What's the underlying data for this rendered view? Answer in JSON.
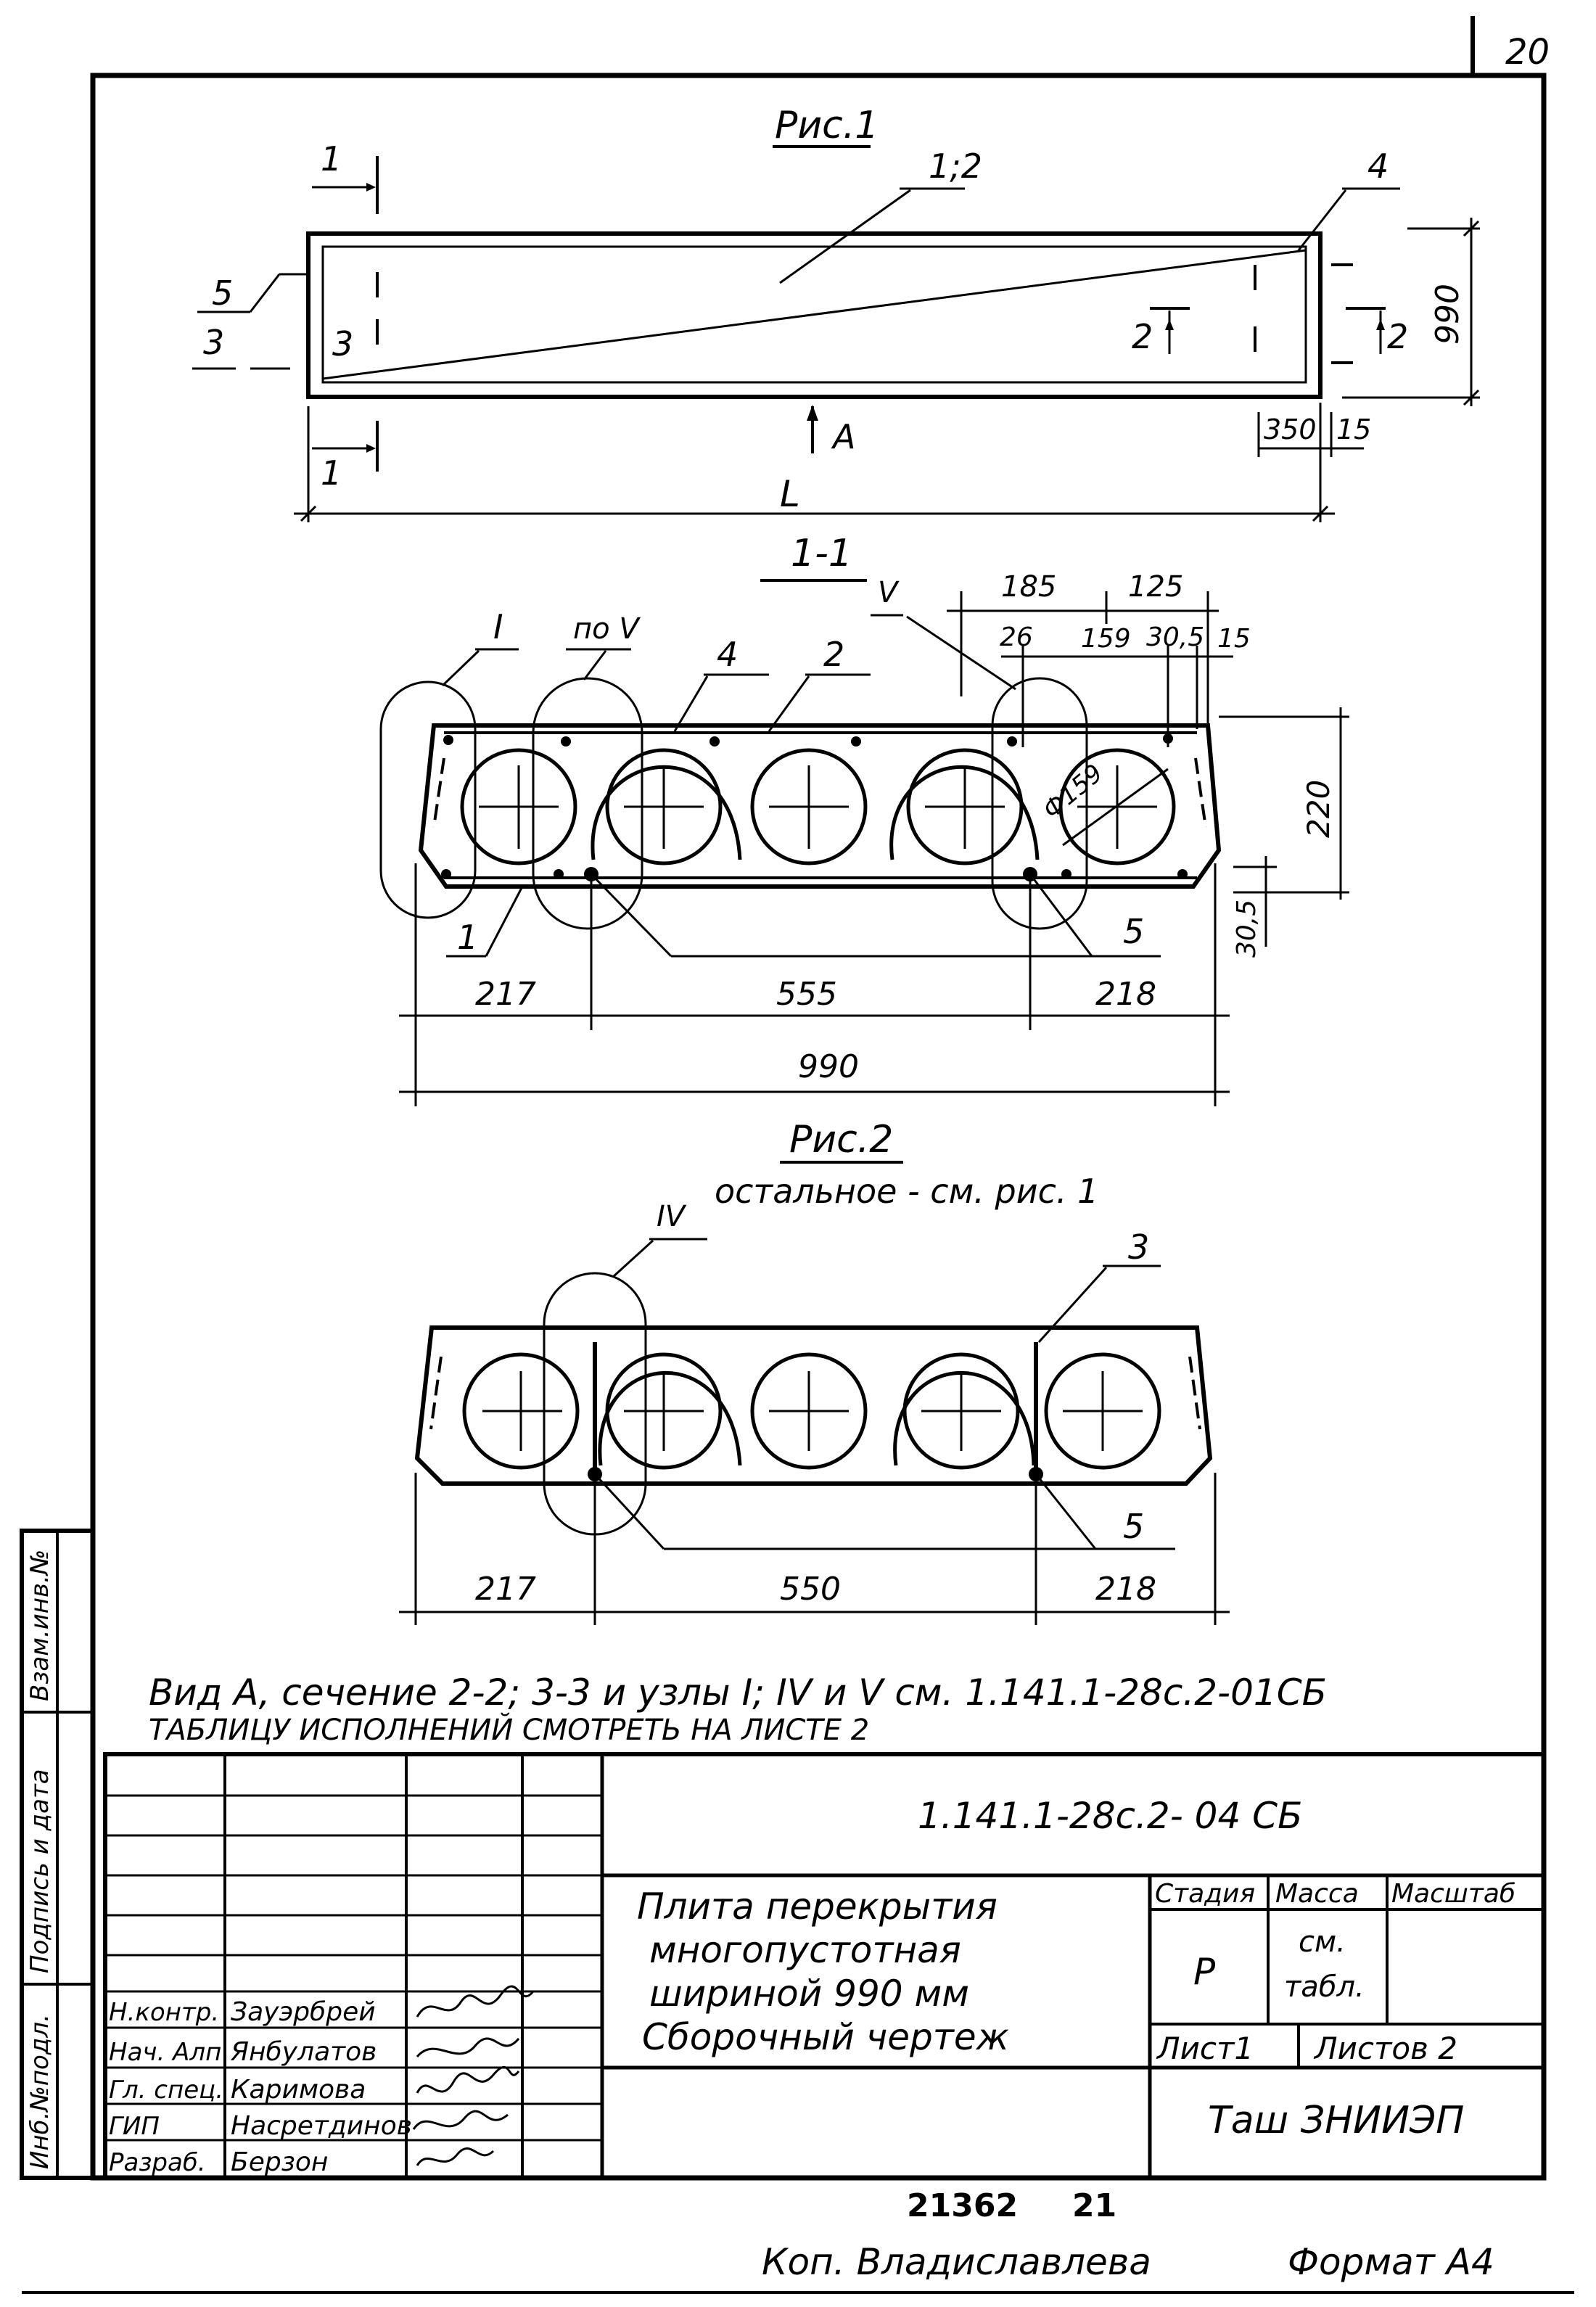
{
  "sheet_number": "20",
  "fig1": {
    "title": "Рис.1",
    "section_mark": "1",
    "callouts": [
      "1;2",
      "4",
      "5",
      "3",
      "3"
    ],
    "section_2_mark": "2",
    "view_a": "А",
    "length_label": "L",
    "dim_width": "990",
    "dim_350": "350",
    "dim_15": "15"
  },
  "section": {
    "title": "1-1",
    "node_i": "I",
    "po_v": "по V",
    "node_v": "V",
    "callout_4": "4",
    "callout_2": "2",
    "callout_1": "1",
    "callout_5": "5",
    "dim_185": "185",
    "dim_125": "125",
    "dim_26": "26",
    "dim_159": "159",
    "dim_30_5_top": "30,5",
    "dim_15": "15",
    "dim_220": "220",
    "dim_30_5_side": "30,5",
    "diameter": "Ф159",
    "dim_217": "217",
    "dim_555": "555",
    "dim_218": "218",
    "dim_990": "990"
  },
  "fig2": {
    "title": "Рис.2",
    "subtitle": "остальное - см. рис. 1",
    "node_iv": "IV",
    "callout_3": "3",
    "callout_5": "5",
    "dim_217": "217",
    "dim_550": "550",
    "dim_218": "218"
  },
  "notes": {
    "line1": "Вид А, сечение 2-2; 3-3 и узлы I; IV и V см. 1.141.1-28с.2-01СБ",
    "line2": "ТАБЛИЦУ ИСПОЛНЕНИЙ СМОТРЕТЬ НА ЛИСТЕ 2"
  },
  "side_stamp": {
    "inv_podl": "Инб.№подл.",
    "podpis": "Подпись и дата",
    "vzam": "Взам.инв.№"
  },
  "title_block": {
    "designation": "1.141.1-28с.2- 04 СБ",
    "name_lines": [
      "Плита перекрытия",
      "многопустотная",
      "шириной  990 мм",
      "Сборочный чертеж"
    ],
    "stage_header": "Стадия",
    "mass_header": "Масса",
    "scale_header": "Масштаб",
    "stage_value": "Р",
    "mass_value_1": "см.",
    "mass_value_2": "табл.",
    "sheet_label": "Лист1",
    "sheets_label": "Листов 2",
    "organization": "Таш ЗНИИЭП",
    "roles": [
      {
        "role": "Н.контр.",
        "name": "Зауэрбрей"
      },
      {
        "role": "Нач. Алп",
        "name": "Янбулатов"
      },
      {
        "role": "Гл. спец.",
        "name": "Каримова"
      },
      {
        "role": "ГИП",
        "name": "Насретдинов"
      },
      {
        "role": "Разраб.",
        "name": "Берзон"
      }
    ]
  },
  "footer": {
    "order_number": "21362",
    "order_suffix": "21",
    "copied_by": "Коп. Владиславлева",
    "format": "Формат А4"
  }
}
